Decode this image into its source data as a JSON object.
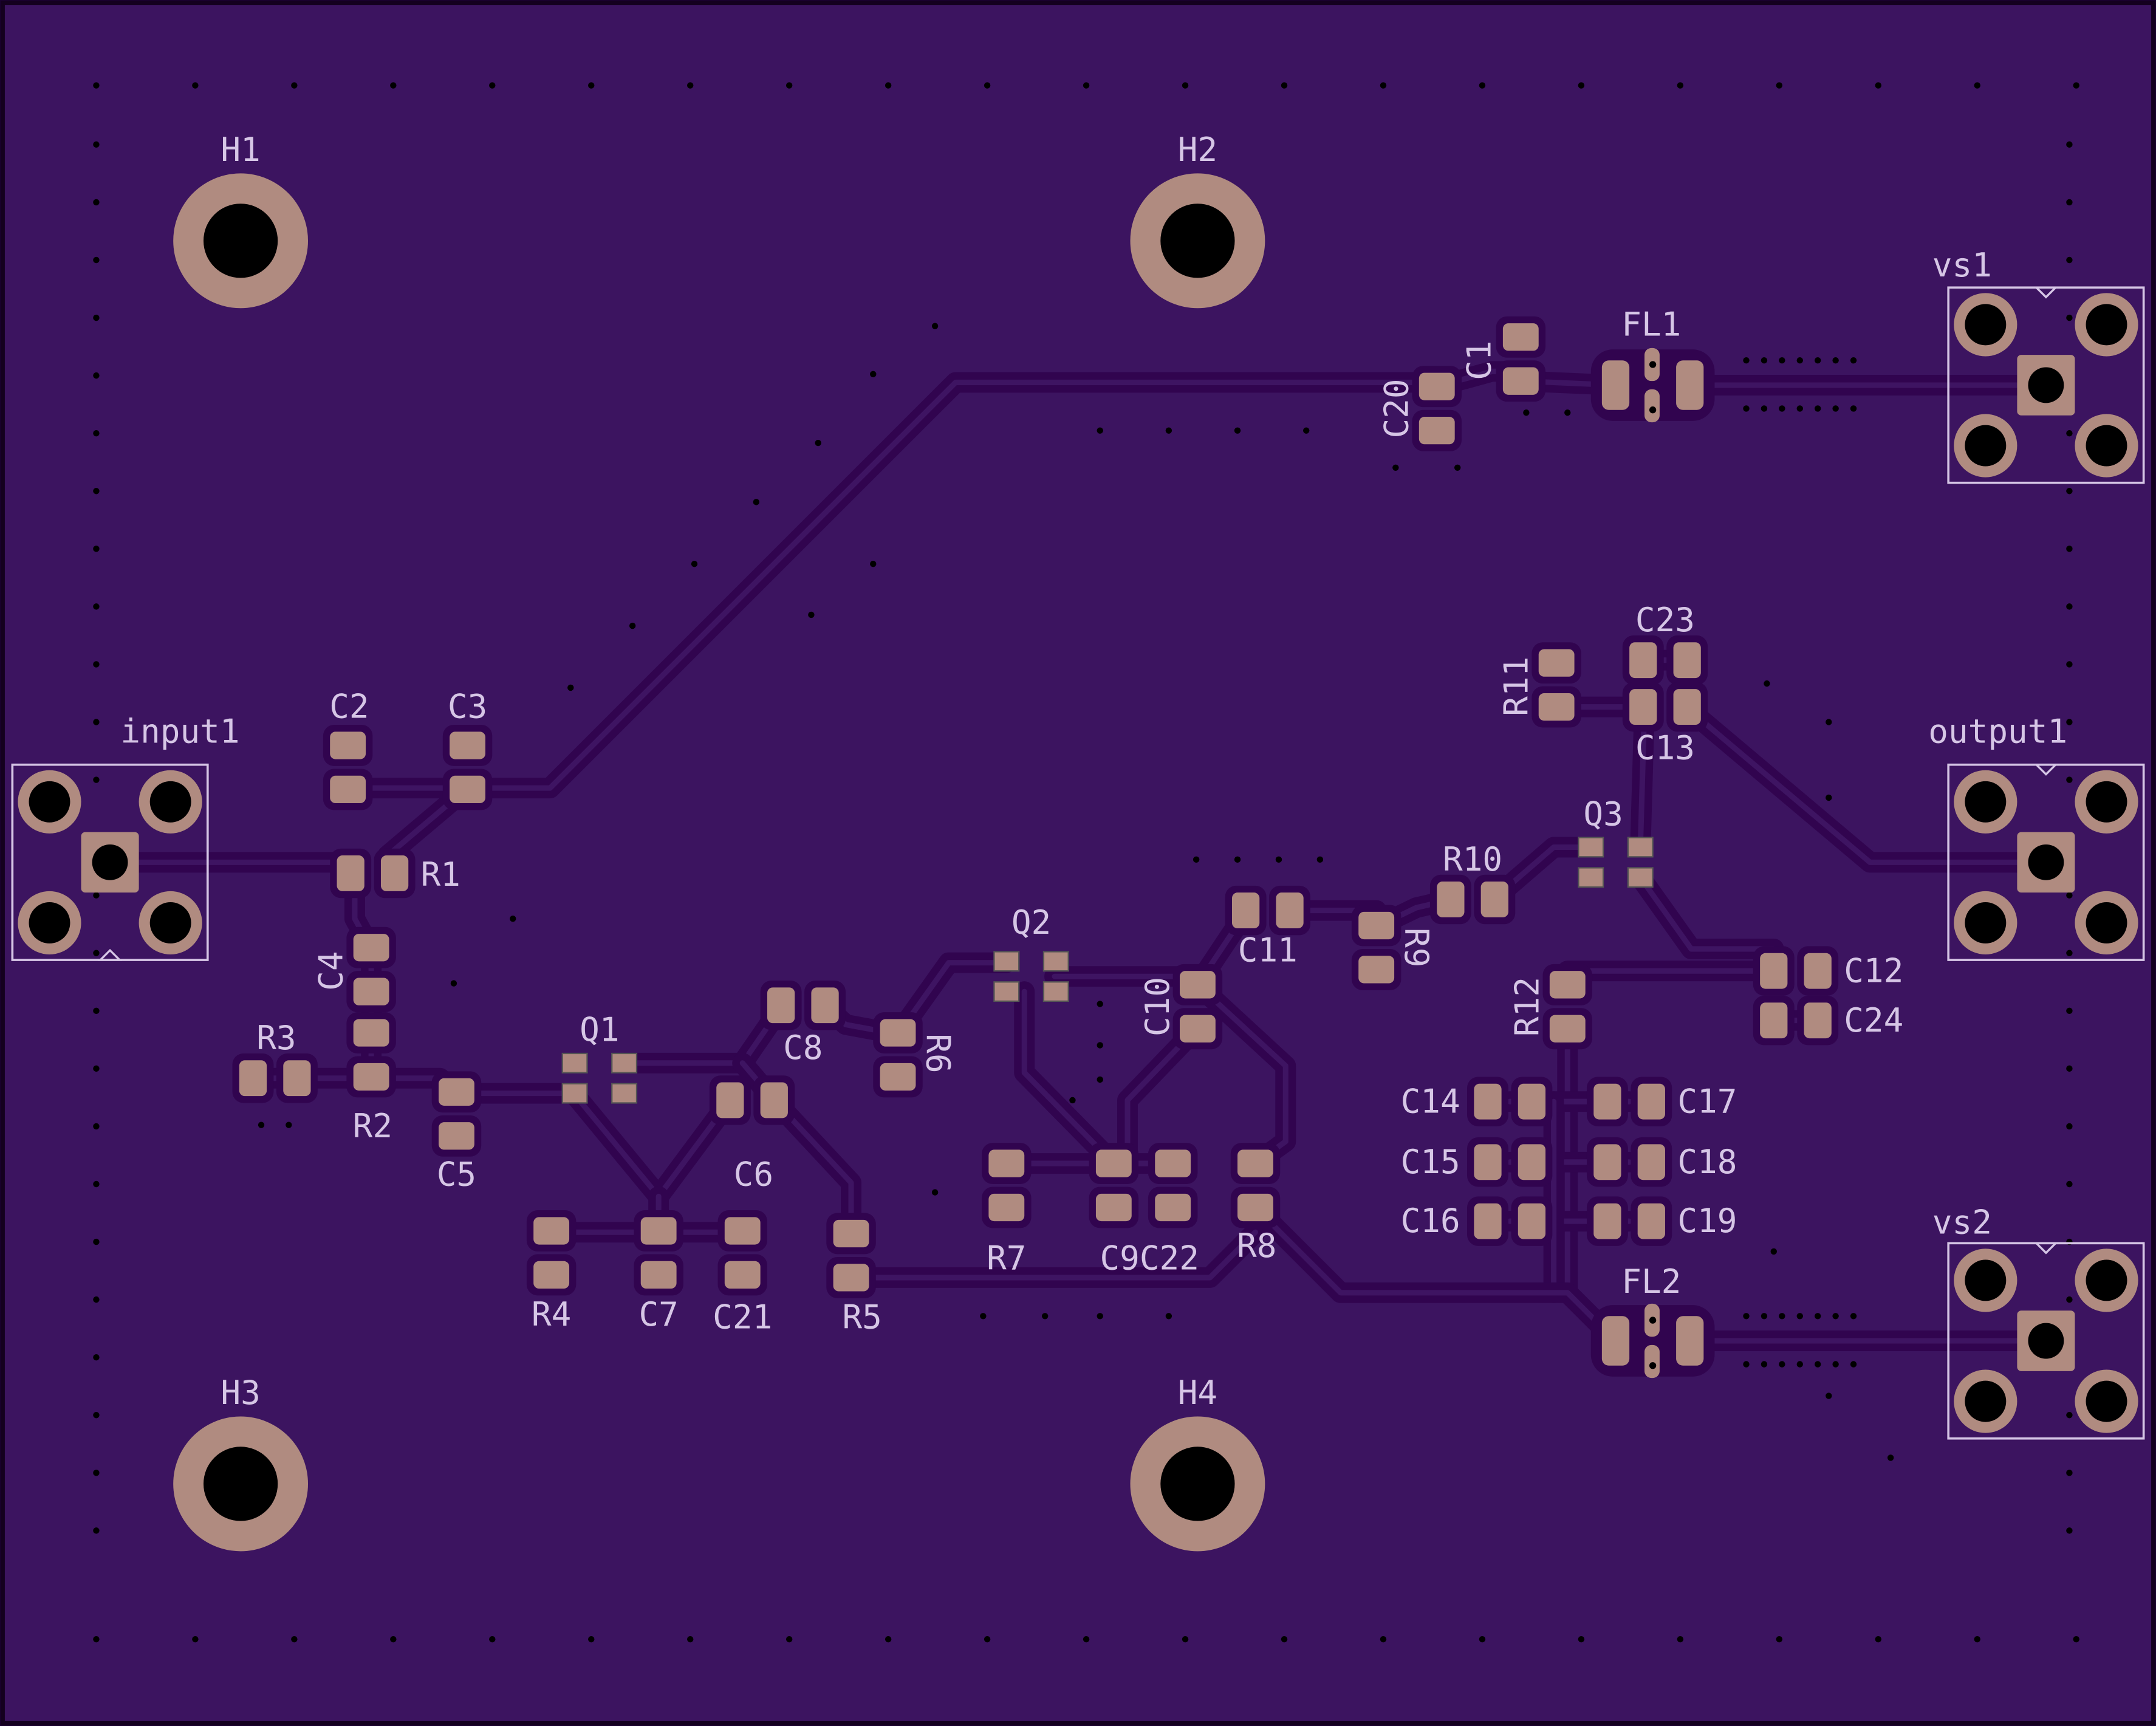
{
  "board": {
    "colors": {
      "substrate": "#3c1460",
      "trace": "#31044f",
      "pad": "#b08b80",
      "silkscreen": "#d6c6e6",
      "drill": "#000000"
    },
    "mounting_holes": [
      "H1",
      "H2",
      "H3",
      "H4"
    ],
    "connectors": {
      "vs1": "vs1",
      "output1": "output1",
      "vs2": "vs2",
      "input1": "input1"
    },
    "labels": {
      "C1": "C1",
      "C2": "C2",
      "C3": "C3",
      "C4": "C4",
      "C5": "C5",
      "C6": "C6",
      "C7": "C7",
      "C8": "C8",
      "C9C22": "C9C22",
      "C10": "C10",
      "C11": "C11",
      "C12": "C12",
      "C13": "C13",
      "C14": "C14",
      "C15": "C15",
      "C16": "C16",
      "C17": "C17",
      "C18": "C18",
      "C19": "C19",
      "C20": "C20",
      "C21": "C21",
      "C23": "C23",
      "C24": "C24",
      "R1": "R1",
      "R2": "R2",
      "R3": "R3",
      "R4": "R4",
      "R5": "R5",
      "R6": "R6",
      "R7": "R7",
      "R8": "R8",
      "R9": "R9",
      "R10": "R10",
      "R11": "R11",
      "R12": "R12",
      "Q1": "Q1",
      "Q2": "Q2",
      "Q3": "Q3",
      "FL1": "FL1",
      "FL2": "FL2"
    }
  }
}
